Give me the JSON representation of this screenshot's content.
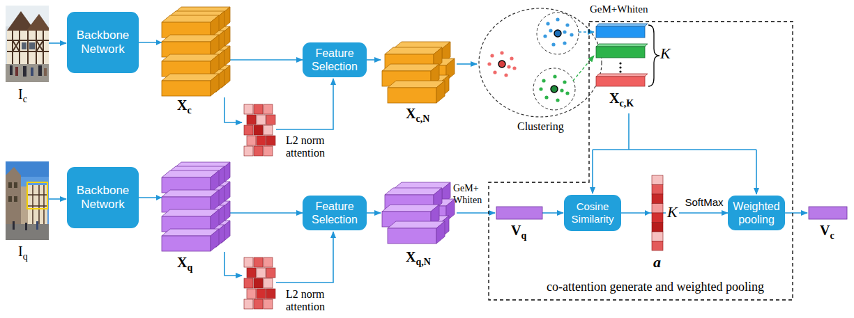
{
  "diagram": {
    "nodes": [
      {
        "text": [
          "Backbone Network"
        ]
      },
      {
        "text": [
          "Feature Selection"
        ]
      },
      {
        "text": [
          "Backbone Network"
        ]
      },
      {
        "text": [
          "Feature Selection"
        ]
      },
      {
        "text": [
          "co-attention generate and weighted pooling"
        ]
      },
      {
        "text": [
          "Cosine Similarity"
        ],
        "in": 4
      },
      {
        "text": [
          "Weighted pooling"
        ],
        "in": 4
      }
    ],
    "edges": [
      {
        "from": 0,
        "to": 1,
        "arrow": "to"
      },
      {
        "from": 2,
        "to": 3,
        "arrow": "to"
      },
      {
        "from": 5,
        "to": 6,
        "arrow": "to",
        "label": "SoftMax"
      }
    ],
    "labels": [
      "I",
      "c",
      "X",
      "c",
      "L2 norm attention",
      "X",
      "c,N",
      "Clustering",
      "GeM+Whiten",
      "K",
      "X",
      "c,K",
      "I",
      "q",
      "X",
      "q",
      "L2 norm attention",
      "X",
      "q,N",
      "GeM+ Whiten",
      "V",
      "q",
      "a",
      "K",
      "V",
      "c"
    ]
  }
}
